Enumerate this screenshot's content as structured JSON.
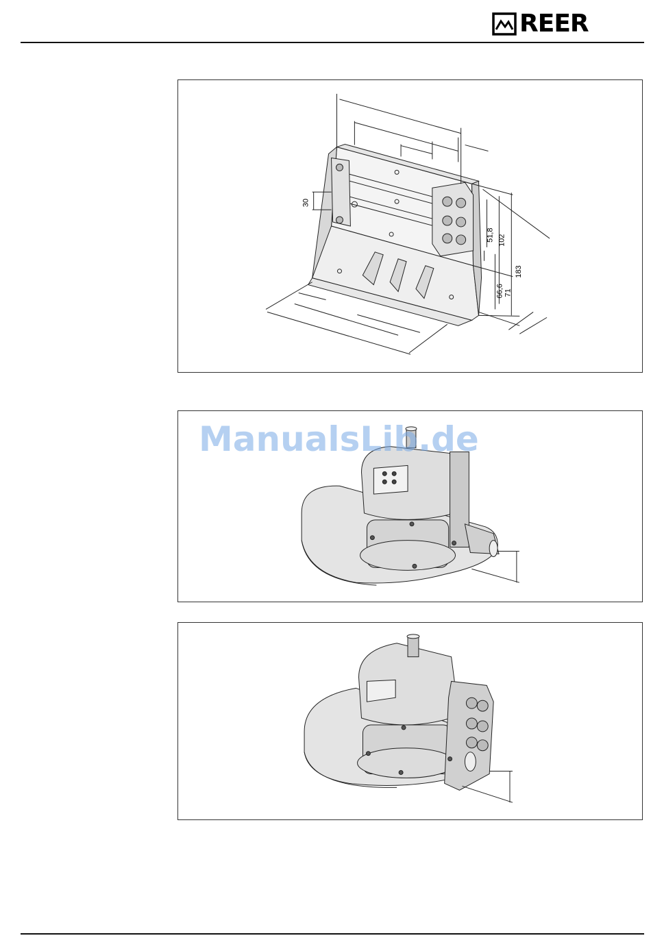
{
  "header": {
    "logo_text": "REER",
    "logo_icon": "reer-logo-mark"
  },
  "figures": [
    {
      "id": "bracket-dimension-drawing",
      "dimension_labels": {
        "d30": "30",
        "d51_8": "51,8",
        "d102": "102",
        "d66_6": "66,6",
        "d71": "71",
        "d183": "183"
      }
    },
    {
      "id": "scanner-on-bracket-front"
    },
    {
      "id": "scanner-on-bracket-side-mount"
    }
  ],
  "watermark": "ManualsLib.de",
  "colors": {
    "line": "#222222",
    "shade": "#d8d8d8",
    "light_shade": "#ececec",
    "watermark": "#8db4e8"
  }
}
